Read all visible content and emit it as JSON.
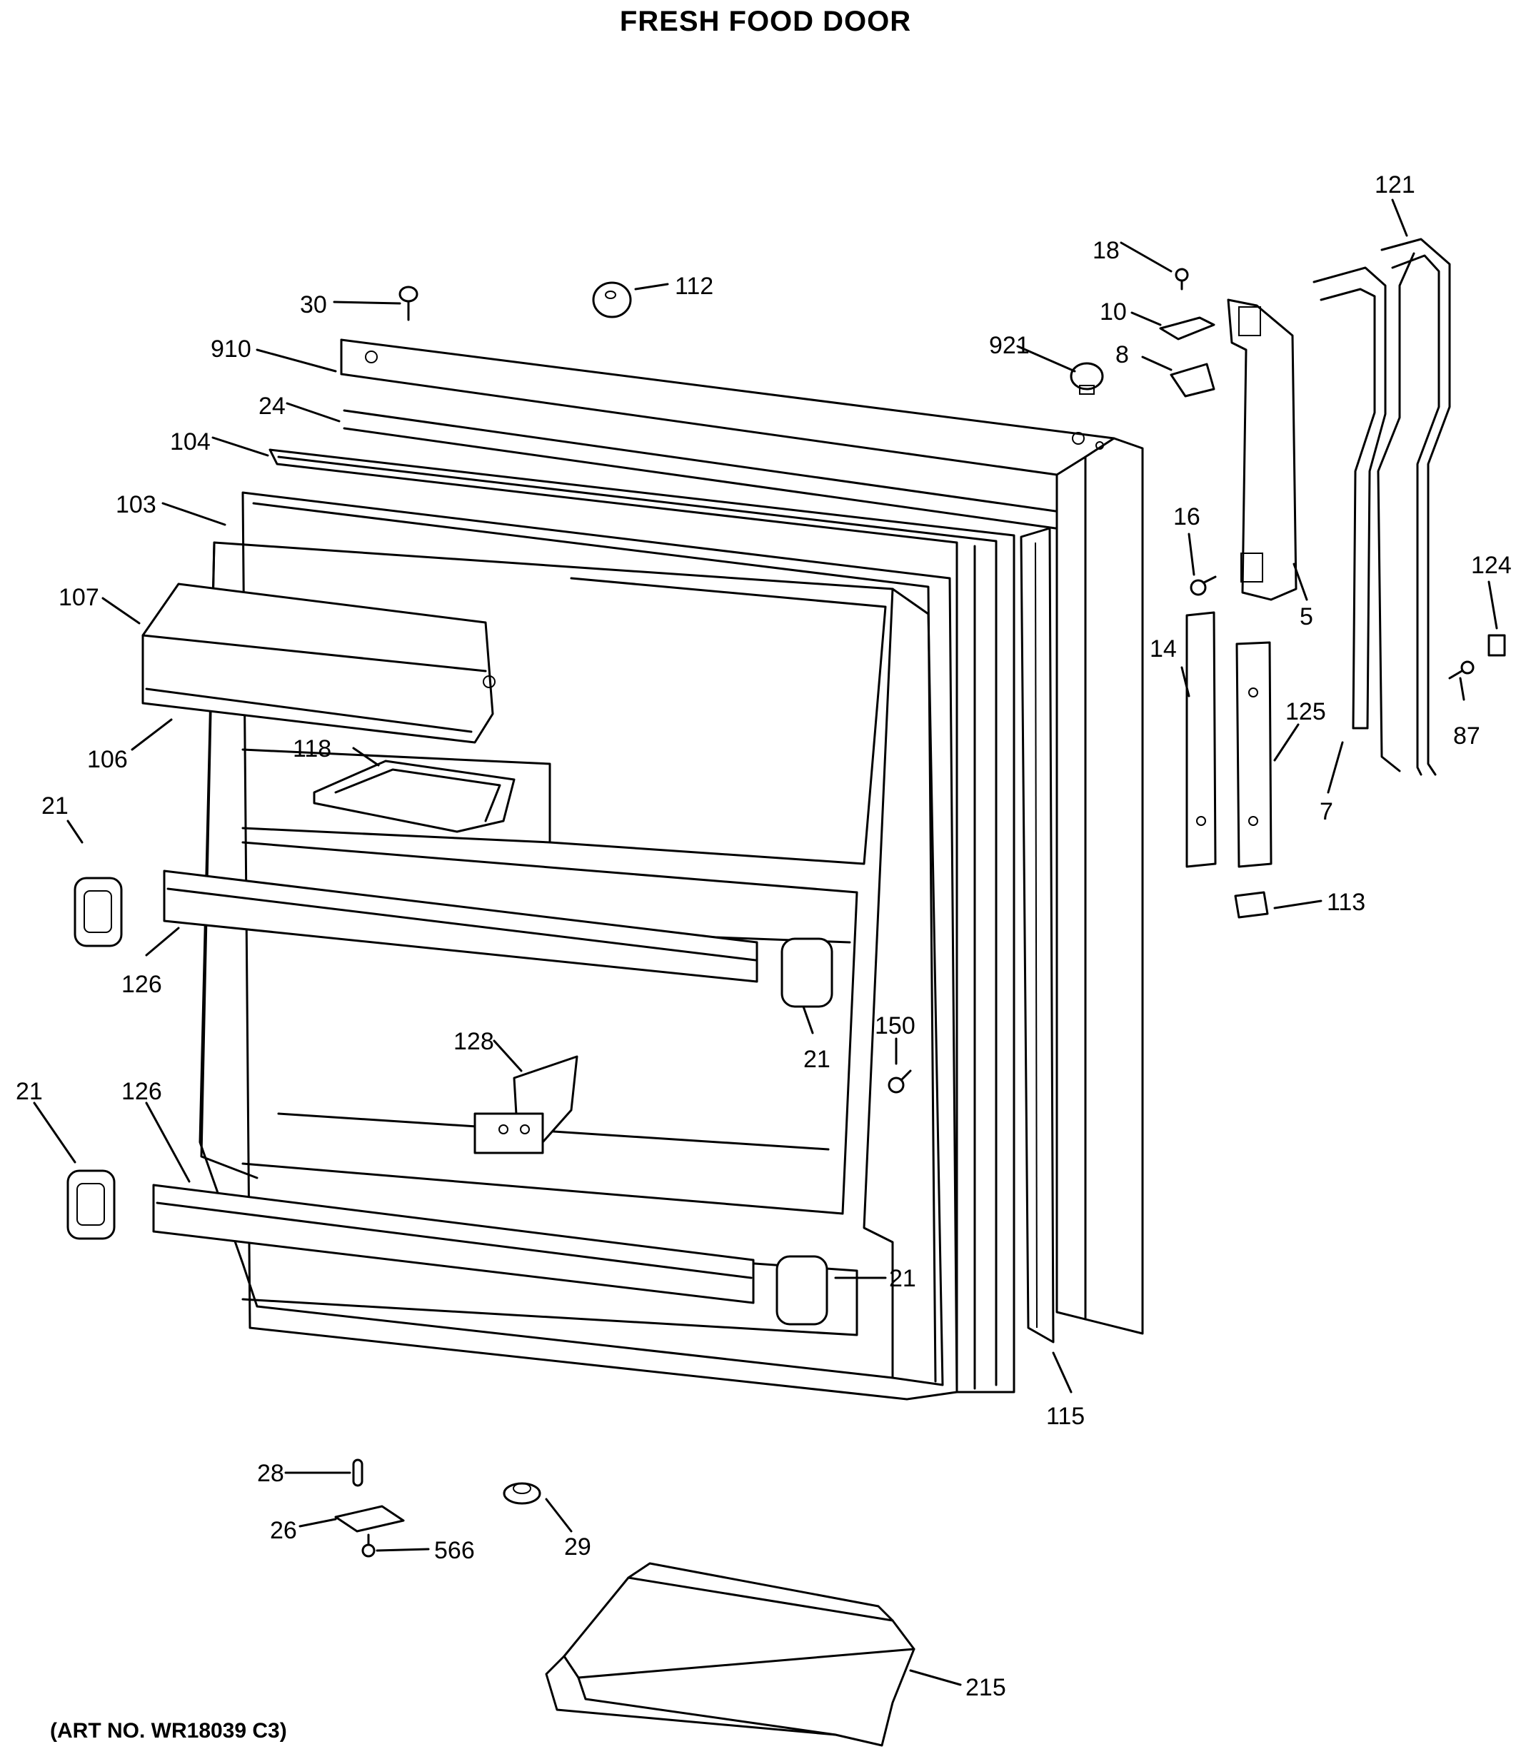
{
  "title": "FRESH FOOD DOOR",
  "art_number": "(ART NO. WR18039 C3)",
  "callouts": {
    "c30": "30",
    "c112": "112",
    "c910": "910",
    "c24": "24",
    "c104": "104",
    "c103": "103",
    "c107": "107",
    "c106": "106",
    "c118": "118",
    "c21a": "21",
    "c126a": "126",
    "c128": "128",
    "c21b": "21",
    "c150": "150",
    "c21c": "21",
    "c126b": "126",
    "c21d": "21",
    "c115": "115",
    "c18": "18",
    "c10": "10",
    "c921": "921",
    "c8": "8",
    "c16": "16",
    "c5": "5",
    "c14": "14",
    "c125": "125",
    "c121": "121",
    "c124": "124",
    "c87": "87",
    "c7": "7",
    "c113": "113",
    "c28": "28",
    "c26": "26",
    "c566": "566",
    "c29": "29",
    "c215": "215"
  }
}
